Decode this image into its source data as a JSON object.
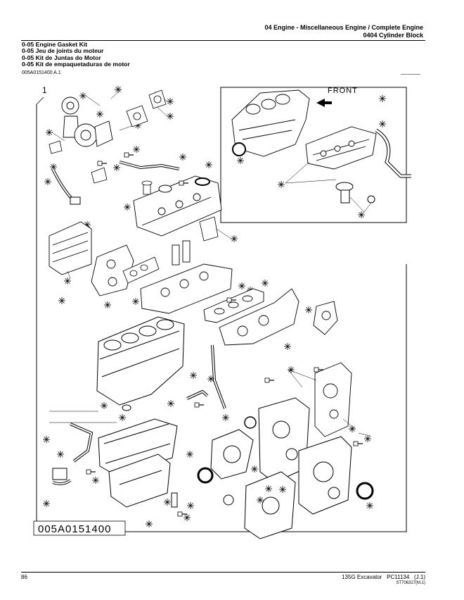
{
  "header": {
    "line1": "04 Engine - Miscellaneous Engine / Complete Engine",
    "line2": "0404 Cylinder Block"
  },
  "titles": [
    "0-05 Engine Gasket Kit",
    "0-05 Jeu de joints du moteur",
    "0-05 Kit de Juntas do Motor",
    "0-05 Kit de empaquetaduras de motor"
  ],
  "figure": {
    "id_label": "005A0151400 A.1",
    "callout": "1",
    "front_label": "FRONT",
    "stamp": "005A0151400"
  },
  "footer": {
    "page_number": "86",
    "model": "135G Excavator",
    "pc": "PC11134",
    "rev": "(J.1)",
    "code": "ST706317(M.1)"
  }
}
